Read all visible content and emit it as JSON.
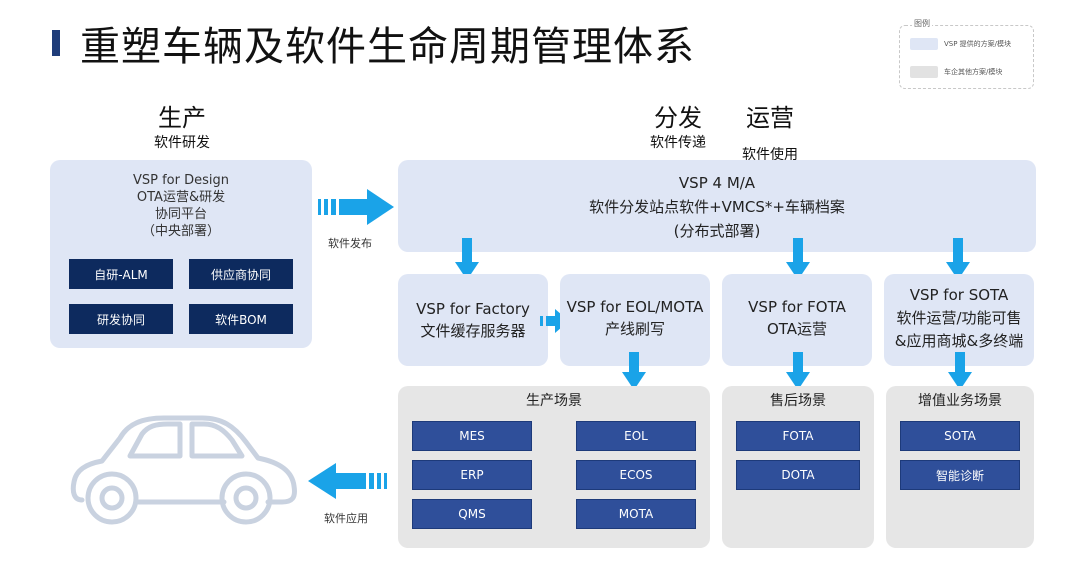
{
  "title": "重塑车辆及软件生命周期管理体系",
  "legend": {
    "title": "图例",
    "items": [
      {
        "label": "VSP 提供的方案/模块",
        "color": "#dfe6f5"
      },
      {
        "label": "车企其他方案/模块",
        "color": "#e2e2e2"
      }
    ]
  },
  "phases": {
    "production": {
      "title": "生产",
      "subtitle": "软件研发"
    },
    "distribution": {
      "title": "分发",
      "subtitle": "软件传递"
    },
    "operation": {
      "title": "运营",
      "subtitle": "软件使用"
    }
  },
  "design": {
    "lines": [
      "VSP for Design",
      "OTA运营&研发",
      "协同平台",
      "（中央部署）"
    ],
    "modules": [
      "自研-ALM",
      "供应商协同",
      "研发协同",
      "软件BOM"
    ]
  },
  "arrows": {
    "release": "软件发布",
    "apply": "软件应用"
  },
  "ma": {
    "lines": [
      "VSP 4 M/A",
      "软件分发站点软件+VMCS*+车辆档案",
      "(分布式部署)"
    ]
  },
  "factory": {
    "lines": [
      "VSP for Factory",
      "文件缓存服务器"
    ]
  },
  "eol": {
    "lines": [
      "VSP for EOL/MOTA",
      "产线刷写"
    ]
  },
  "fota": {
    "lines": [
      "VSP for FOTA",
      "OTA运营"
    ]
  },
  "sota": {
    "lines": [
      "VSP for SOTA",
      "软件运营/功能可售",
      "&应用商城&多终端"
    ]
  },
  "scenes": {
    "production": {
      "title": "生产场景",
      "items": [
        "MES",
        "EOL",
        "ERP",
        "ECOS",
        "QMS",
        "MOTA"
      ]
    },
    "aftersales": {
      "title": "售后场景",
      "items": [
        "FOTA",
        "DOTA"
      ]
    },
    "valueadded": {
      "title": "增值业务场景",
      "items": [
        "SOTA",
        "智能诊断"
      ]
    }
  },
  "colors": {
    "accent": "#1f3d7a",
    "arrow": "#1aa3e8",
    "navy": "#0d2a5e",
    "module": "#2f4f9a"
  }
}
